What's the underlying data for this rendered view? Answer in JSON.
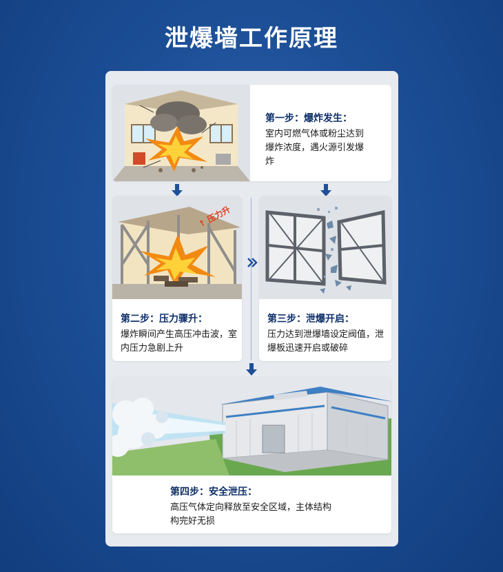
{
  "title": "泄爆墙工作原理",
  "steps": [
    {
      "title": "第一步：爆炸发生：",
      "desc": "室内可燃气体或粉尘达到爆炸浓度，遇火源引发爆炸"
    },
    {
      "title": "第二步：压力骤升：",
      "desc": "爆炸瞬间产生高压冲击波，室内压力急剧上升",
      "label": "↑ 压力升"
    },
    {
      "title": "第三步：泄爆开启：",
      "desc": "压力达到泄爆墙设定阀值，泄爆板迅速开启或破碎"
    },
    {
      "title": "第四步：安全泄压：",
      "desc": "高压气体定向释放至安全区域，主体结构构完好无损"
    }
  ],
  "colors": {
    "accent": "#1e4f9c",
    "title_text": "#0e2f6a",
    "background": "#1c4e96",
    "fire": "#f28a12"
  }
}
